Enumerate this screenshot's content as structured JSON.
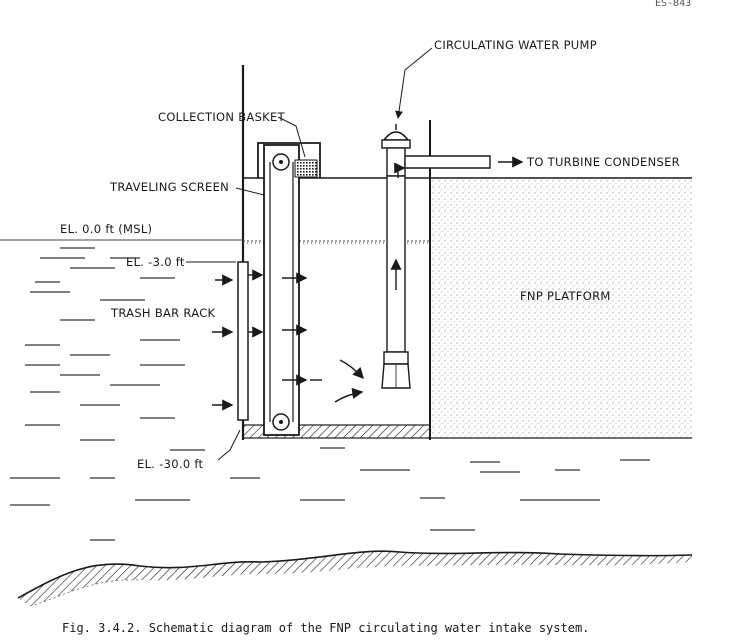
{
  "page_corner": "ES-843",
  "labels": {
    "pump": "CIRCULATING WATER PUMP",
    "basket": "COLLECTION BASKET",
    "turbine": "TO TURBINE CONDENSER",
    "screen": "TRAVELING SCREEN",
    "msl": "EL. 0.0 ft (MSL)",
    "el3": "EL. -3.0 ft",
    "rack": "TRASH BAR RACK",
    "platform": "FNP PLATFORM",
    "el30": "EL. -30.0 ft"
  },
  "caption": "Fig. 3.4.2.  Schematic diagram of the FNP circulating water intake system.",
  "colors": {
    "ink": "#1a1a1a",
    "stipple": "#9a9a9a",
    "paper": "#ffffff"
  }
}
